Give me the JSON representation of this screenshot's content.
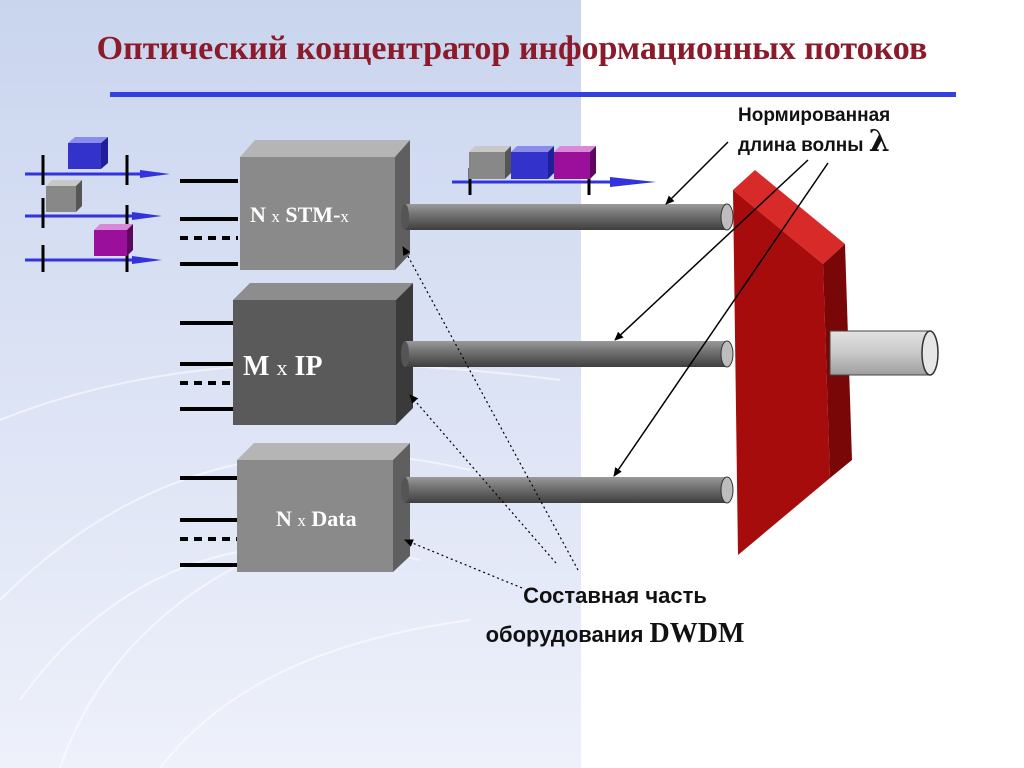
{
  "title": "Оптический концентратор информационных потоков",
  "boxes": [
    {
      "count": "N",
      "x": "x",
      "name": "STM-",
      "suffix": "x"
    },
    {
      "count": "M",
      "x": "x",
      "name": "IP"
    },
    {
      "count": "N",
      "x": "x",
      "name": "Data"
    }
  ],
  "wavelength_note": {
    "line1": "Нормированная",
    "line2": "длина волны",
    "symbol": "λ"
  },
  "dwdm_caption": {
    "line1": "Составная часть",
    "line2": "оборудования",
    "acronym": "DWDM"
  },
  "colors": {
    "title": "#8b1a2a",
    "packet_blue": "#3333cc",
    "packet_gray": "#888888",
    "packet_magenta": "#9b109b",
    "mux": "#a60c0c",
    "box_stm": "#8a8a8a",
    "box_ip": "#5a5a5a",
    "box_data": "#8a8a8a"
  }
}
